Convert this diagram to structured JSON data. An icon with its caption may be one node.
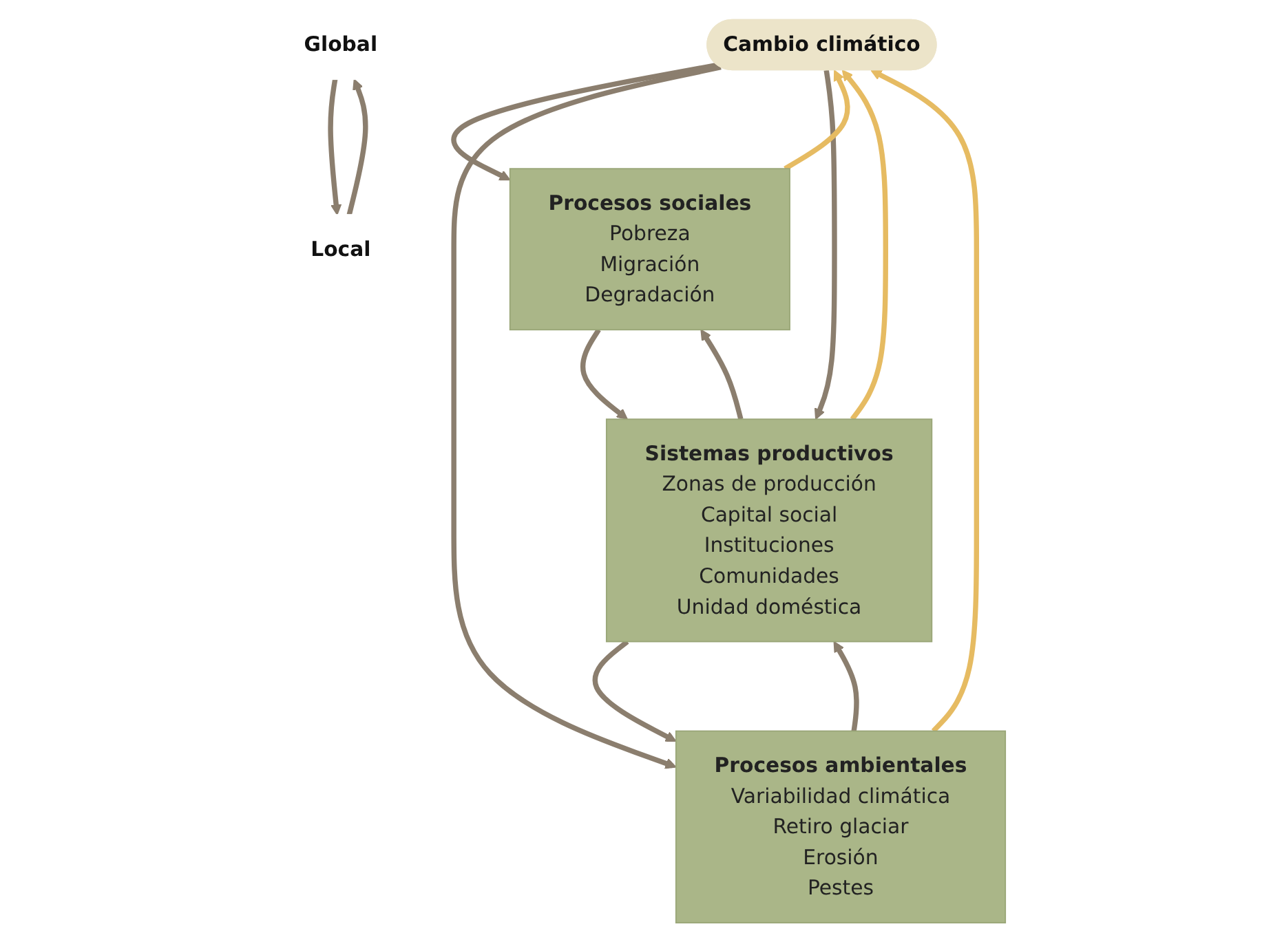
{
  "diagram": {
    "nodes": [
      {
        "text": [
          "Cambio climático"
        ]
      },
      {
        "text": [
          "Procesos ambientales",
          "Variabilidad climática",
          "Retiro glaciar",
          "Erosión",
          "Pestes"
        ]
      },
      {
        "text": [
          "Procesos sociales",
          "Pobreza",
          "Migración",
          "Degradación"
        ]
      },
      {
        "text": [
          "Sistemas productivos",
          "Zonas de producción",
          "Capital social",
          "Instituciones",
          "Comunidades",
          "Unidad doméstica"
        ]
      },
      {
        "text": [
          "Global"
        ]
      },
      {
        "text": [
          "Local"
        ]
      }
    ],
    "edges": [
      {
        "from": 1,
        "to": 0,
        "arrow": "to",
        "color": "#e6bb62"
      },
      {
        "from": 0,
        "to": 2,
        "arrow": "to"
      },
      {
        "from": 0,
        "to": 1,
        "arrow": "to"
      },
      {
        "from": 0,
        "to": 3,
        "arrow": "to"
      },
      {
        "from": 3,
        "to": 0,
        "arrow": "to",
        "color": "#e6bb62"
      },
      {
        "from": 2,
        "to": 0,
        "arrow": "to",
        "color": "#e6bb62"
      },
      {
        "from": 1,
        "to": 3,
        "arrow": "to"
      },
      {
        "from": 3,
        "to": 2,
        "arrow": "to"
      },
      {
        "from": 2,
        "to": 3,
        "arrow": "to"
      },
      {
        "from": 3,
        "to": 1,
        "arrow": "to"
      },
      {
        "from": 4,
        "to": 5,
        "arrow": "to"
      },
      {
        "from": 5,
        "to": 4,
        "arrow": "to"
      }
    ]
  }
}
